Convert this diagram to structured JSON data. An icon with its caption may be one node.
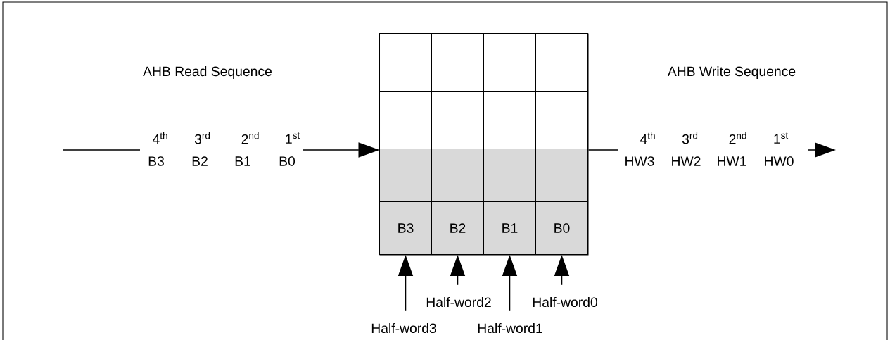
{
  "diagram": {
    "nodes": [
      {
        "text": [],
        "shape": "box"
      },
      {
        "text": [],
        "shape": "box",
        "in": 0
      },
      {
        "text": [],
        "shape": "box",
        "in": 0
      },
      {
        "text": [],
        "shape": "box",
        "in": 0
      },
      {
        "text": [],
        "shape": "box",
        "in": 0
      },
      {
        "text": [],
        "shape": "box",
        "in": 0
      },
      {
        "text": [],
        "shape": "box",
        "in": 0
      },
      {
        "text": [],
        "shape": "box",
        "in": 0
      },
      {
        "text": [],
        "shape": "box",
        "in": 0
      },
      {
        "text": [],
        "shape": "box",
        "in": 0
      },
      {
        "text": [],
        "shape": "box",
        "in": 0
      },
      {
        "text": [],
        "shape": "box",
        "in": 0
      },
      {
        "text": [],
        "shape": "box",
        "in": 0
      },
      {
        "text": [
          "B3"
        ],
        "in": 0
      },
      {
        "text": [
          "B2"
        ],
        "in": 0
      },
      {
        "text": [
          "B1"
        ],
        "in": 0
      },
      {
        "text": [
          "B0"
        ],
        "in": 0
      },
      {
        "text": [
          "Half-word2"
        ]
      },
      {
        "text": [
          "Half-word0"
        ]
      },
      {
        "text": [
          "Half-word3"
        ]
      },
      {
        "text": [
          "Half-word1"
        ]
      }
    ],
    "edges": [
      {
        "from": null,
        "to": 0,
        "arrow": "to"
      },
      {
        "from": 0,
        "to": null,
        "arrow": "to"
      },
      {
        "from": 17,
        "to": 14,
        "arrow": "to"
      },
      {
        "from": 18,
        "to": 16,
        "arrow": "to"
      },
      {
        "from": 19,
        "to": 13,
        "arrow": "to"
      },
      {
        "from": 20,
        "to": 15,
        "arrow": "to"
      }
    ],
    "labels": [
      "AHB Read Sequence",
      "AHB Write Sequence",
      "4$^{th}$",
      "3$^{rd}$",
      "2$^{nd}$",
      "1$^{st}$",
      "4$^{th}$",
      "3$^{rd}$",
      "2$^{nd}$",
      "1$^{st}$",
      "B3",
      "B2",
      "B1",
      "B0",
      "HW3",
      "HW2",
      "HW1",
      "HW0"
    ]
  }
}
